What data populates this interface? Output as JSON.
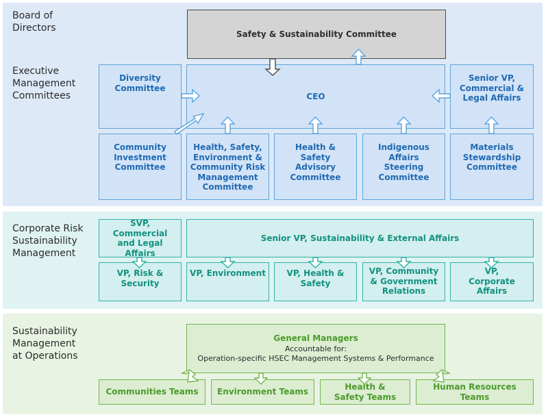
{
  "bands": {
    "board": "Board of\nDirectors",
    "executive": "Executive\nManagement\nCommittees",
    "risk": "Corporate Risk\nSustainability\nManagement",
    "ops": "Sustainability\nManagement\nat Operations"
  },
  "boxes": {
    "safety_committee": "Safety & Sustainability Committee",
    "diversity": "Diversity\nCommittee",
    "ceo": "CEO",
    "senior_vp_commercial": "Senior VP,\nCommercial &\nLegal Affairs",
    "community_investment": "Community\nInvestment\nCommittee",
    "hse_risk": "Health, Safety,\nEnvironment &\nCommunity Risk\nManagement\nCommittee",
    "health_safety_advisory": "Health &\nSafety\nAdvisory\nCommittee",
    "indigenous": "Indigenous\nAffairs\nSteering\nCommittee",
    "materials": "Materials\nStewardship\nCommittee",
    "svp_commercial": "SVP, Commercial\nand Legal\nAffairs",
    "senior_vp_sustainability": "Senior VP, Sustainability & External Affairs",
    "vp_risk": "VP, Risk &\nSecurity",
    "vp_environment": "VP, Environment",
    "vp_health_safety": "VP, Health &\nSafety",
    "vp_community": "VP, Community\n& Government\nRelations",
    "vp_corporate": "VP,\nCorporate\nAffairs",
    "gm_title": "General Managers",
    "gm_line1": "Accountable for:",
    "gm_line2": "Operation-specific HSEC Management Systems & Performance",
    "communities_teams": "Communities Teams",
    "environment_teams": "Environment Teams",
    "health_safety_teams": "Health &\nSafety Teams",
    "hr_teams": "Human Resources\nTeams"
  },
  "colors": {
    "blue": "#5aa3dc",
    "teal": "#2fb0a3",
    "green": "#72b64e",
    "gray": "#4a4a4a"
  }
}
